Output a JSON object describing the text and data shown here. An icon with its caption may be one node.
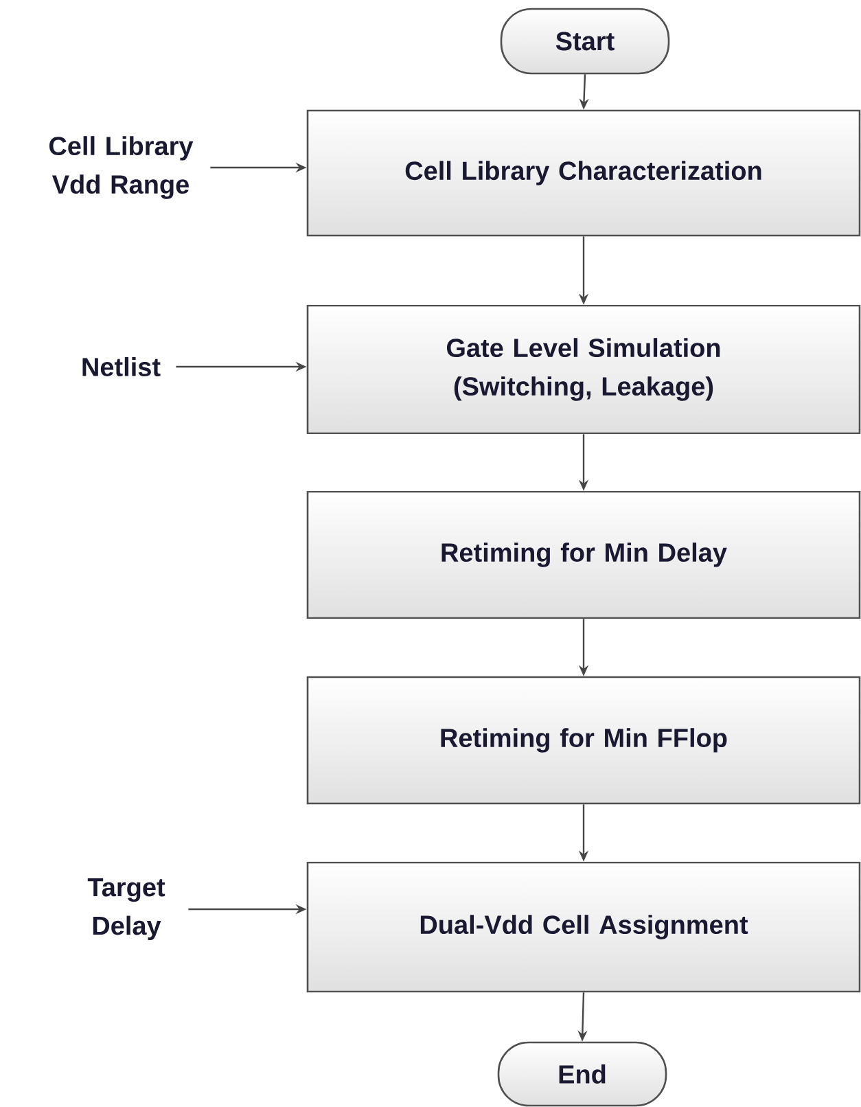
{
  "diagram": {
    "nodes": [
      {
        "text": [
          "Start"
        ]
      },
      {
        "text": [
          "Cell Library Characterization"
        ]
      },
      {
        "text": [
          "Gate Level Simulation (Switching, Leakage)"
        ]
      },
      {
        "text": [
          "Retiming for Min Delay"
        ]
      },
      {
        "text": [
          "Retiming for Min FFlop"
        ]
      },
      {
        "text": [
          "Dual-Vdd Cell Assignment"
        ]
      },
      {
        "text": [
          "End"
        ]
      },
      {
        "text": [
          "Cell Library Vdd Range"
        ]
      },
      {
        "text": [
          "Netlist"
        ]
      },
      {
        "text": [
          "Target Delay"
        ]
      }
    ],
    "edges": [
      {
        "from": 0,
        "to": 1,
        "arrow": "to"
      },
      {
        "from": 1,
        "to": 2,
        "arrow": "to"
      },
      {
        "from": 2,
        "to": 3,
        "arrow": "to"
      },
      {
        "from": 3,
        "to": 4,
        "arrow": "to"
      },
      {
        "from": 4,
        "to": 5,
        "arrow": "to"
      },
      {
        "from": 5,
        "to": 6,
        "arrow": "to"
      },
      {
        "from": 7,
        "to": 1,
        "arrow": "to"
      },
      {
        "from": 8,
        "to": 2,
        "arrow": "to"
      },
      {
        "from": 9,
        "to": 5,
        "arrow": "to"
      }
    ]
  }
}
